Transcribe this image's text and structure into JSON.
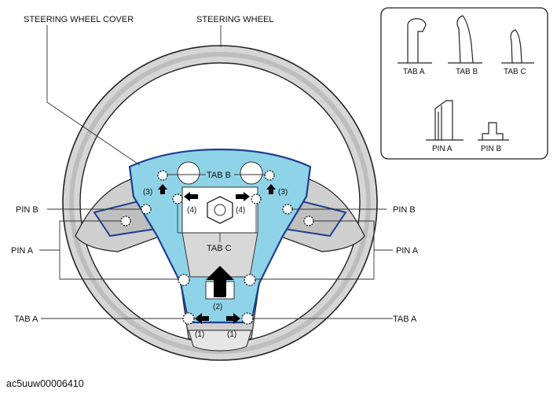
{
  "labels": {
    "steering_wheel_cover": "STEERING WHEEL COVER",
    "steering_wheel": "STEERING WHEEL",
    "tab_b_center": "TAB B",
    "tab_c_center": "TAB C",
    "pin_b_left": "PIN B",
    "pin_b_right": "PIN B",
    "pin_a_left": "PIN A",
    "pin_a_right": "PIN A",
    "tab_a_left": "TAB A",
    "tab_a_right": "TAB A"
  },
  "steps": {
    "s1_left": "(1)",
    "s1_right": "(1)",
    "s2": "(2)",
    "s3_left": "(3)",
    "s3_right": "(3)",
    "s4_left": "(4)",
    "s4_right": "(4)"
  },
  "legend": {
    "tab_a": "TAB A",
    "tab_b": "TAB B",
    "tab_c": "TAB C",
    "pin_a": "PIN A",
    "pin_b": "PIN B"
  },
  "figure_code": "ac5uuw00006410",
  "colors": {
    "cover_blue": "#8fd3e8",
    "cover_edge": "#1d3f8f",
    "rim_gray": "#d6d6d6"
  }
}
